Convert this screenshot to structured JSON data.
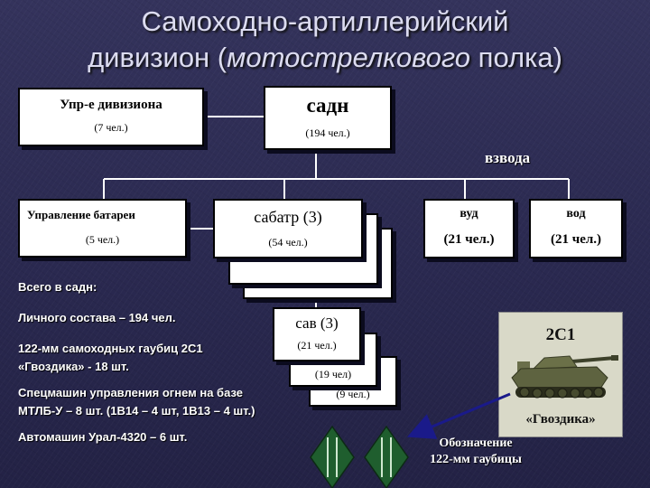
{
  "title": {
    "line1": "Самоходно-артиллерийский",
    "line2_a": "дивизион (",
    "line2_b": "мотострелкового",
    "line2_c": " полка)"
  },
  "boxes": {
    "upr_div": {
      "name": "Упр-е дивизиона",
      "count": "(7 чел.)"
    },
    "sadn": {
      "name": "садн",
      "count": "(194 чел.)"
    },
    "upr_bat": {
      "name": "Управление батареи",
      "count": "(5 чел.)"
    },
    "sabatr": {
      "name": "сабатр  (3)",
      "count": "(54 чел.)"
    },
    "vud": {
      "name": "вуд",
      "count": "(21 чел.)"
    },
    "vod": {
      "name": "вод",
      "count": "(21 чел.)"
    },
    "sav": {
      "name": "сав (3)",
      "count": "(21 чел.)"
    },
    "sav_b": {
      "count": "(19 чел)"
    },
    "sav_c": {
      "count": "(9 чел.)"
    }
  },
  "labels": {
    "vzvoda": "взвода"
  },
  "info": {
    "heading": "Всего в садн:",
    "p1": "Личного состава – 194 чел.",
    "p2": "122-мм самоходных гаубиц 2С1 «Гвоздика» - 18 шт.",
    "p3": "Спецмашин управления огнем на базе МТЛБ-У – 8 шт. (1В14 – 4 шт, 1В13 – 4 шт.)",
    "p4": "Автомашин Урал-4320 – 6 шт."
  },
  "photo": {
    "model": "2С1",
    "name": "«Гвоздика»"
  },
  "legend": {
    "line1": "Обозначение",
    "line2": "122-мм гаубицы"
  },
  "colors": {
    "background": "#2b2a4f",
    "box_fill": "#ffffff",
    "symbol": "#1f5e2e",
    "arrow": "#1a1a8a"
  }
}
